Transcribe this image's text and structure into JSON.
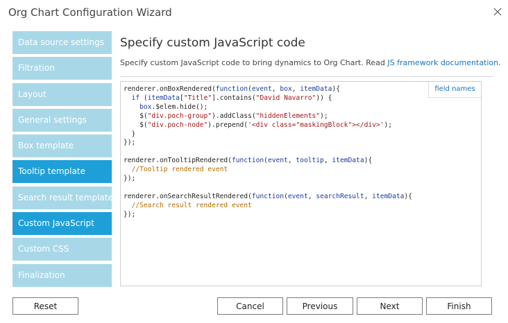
{
  "window": {
    "title": "Org Chart Configuration Wizard"
  },
  "sidebar": {
    "items": [
      {
        "label": "Data source settings",
        "active": false
      },
      {
        "label": "Filtration",
        "active": false
      },
      {
        "label": "Layout",
        "active": false
      },
      {
        "label": "General settings",
        "active": false
      },
      {
        "label": "Box template",
        "active": false
      },
      {
        "label": "Tooltip template",
        "active": true
      },
      {
        "label": "Search result template",
        "active": false
      },
      {
        "label": "Custom JavaScript",
        "active": true
      },
      {
        "label": "Custom CSS",
        "active": false
      },
      {
        "label": "Finalization",
        "active": false
      }
    ]
  },
  "main": {
    "heading": "Specify custom JavaScript code",
    "description": "Specify custom JavaScript code to bring dynamics to Org Chart. Read ",
    "description_link": "JS framework documentation",
    "description_end": ".",
    "field_names_label": "field names",
    "code_lines": [
      "renderer.onBoxRendered(function(event, box, itemData){",
      "  if (itemData[\"Title\"].contains(\"David Navarro\")) {",
      "    box.$elem.hide();",
      "    $(\"div.poch-group\").addClass(\"hiddenElements\");",
      "    $(\"div.poch-node\").prepend('<div class=\"maskingBlock\"></div>');",
      "  }",
      "});",
      "",
      "renderer.onTooltipRendered(function(event, tooltip, itemData){",
      "  //Tooltip rendered event",
      "});",
      "",
      "renderer.onSearchResultRendered(function(event, searchResult, itemData){",
      "  //Search result rendered event",
      "});"
    ]
  },
  "footer": {
    "reset": "Reset",
    "cancel": "Cancel",
    "previous": "Previous",
    "next": "Next",
    "finish": "Finish"
  },
  "colors": {
    "sidebar_item": "#a8d8e8",
    "sidebar_active": "#1f9fd8",
    "link": "#1a73b8"
  },
  "icons": {
    "close": "close-icon"
  }
}
